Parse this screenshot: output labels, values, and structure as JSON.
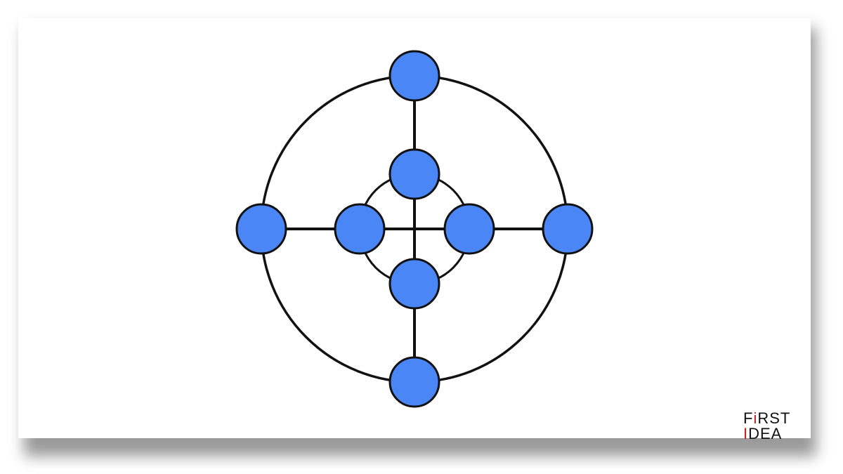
{
  "diagram": {
    "node_fill": "#4b86f7",
    "node_stroke": "#111111",
    "line_color": "#111111",
    "background": "#ffffff",
    "nodes": [
      {
        "id": "outer-top",
        "ring": "outer",
        "position": "top"
      },
      {
        "id": "outer-left",
        "ring": "outer",
        "position": "left"
      },
      {
        "id": "outer-right",
        "ring": "outer",
        "position": "right"
      },
      {
        "id": "outer-bottom",
        "ring": "outer",
        "position": "bottom"
      },
      {
        "id": "inner-top",
        "ring": "inner",
        "position": "top"
      },
      {
        "id": "inner-left",
        "ring": "inner",
        "position": "left"
      },
      {
        "id": "inner-right",
        "ring": "inner",
        "position": "right"
      },
      {
        "id": "inner-bottom",
        "ring": "inner",
        "position": "bottom"
      }
    ],
    "edges": [
      [
        "outer-top",
        "inner-top"
      ],
      [
        "inner-top",
        "inner-bottom"
      ],
      [
        "inner-bottom",
        "outer-bottom"
      ],
      [
        "outer-left",
        "inner-left"
      ],
      [
        "inner-left",
        "inner-right"
      ],
      [
        "inner-right",
        "outer-right"
      ]
    ]
  },
  "logo": {
    "line1": "FiRST",
    "line2": "IDEA",
    "accent_color": "#cc1f1f",
    "text_color": "#111111"
  }
}
